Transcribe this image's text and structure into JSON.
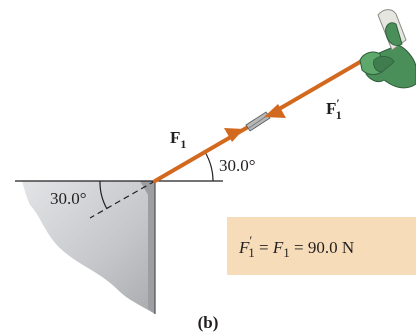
{
  "figure": {
    "panel_label": "(b)",
    "force_labels": {
      "applied": {
        "symbol": "F",
        "subscript": "1"
      },
      "reaction": {
        "symbol": "F",
        "prime": "′",
        "subscript": "1"
      }
    },
    "angles": {
      "above_horizontal": "30.0°",
      "wall_angle": "30.0°"
    },
    "equation": {
      "lhs_symbol": "F",
      "lhs_prime": "′",
      "lhs_subscript": "1",
      "equals_1": " = ",
      "rhs_symbol": "F",
      "rhs_subscript": "1",
      "equals_2": " = ",
      "value": "90.0 N"
    }
  },
  "colors": {
    "arrow": "#d2691e",
    "wall_fill": "#c9cbcd",
    "wall_edge": "#6b6d70",
    "equation_box": "#f6dcb8",
    "glove": "#4a8f5a",
    "cuff": "#e6e6e0"
  }
}
